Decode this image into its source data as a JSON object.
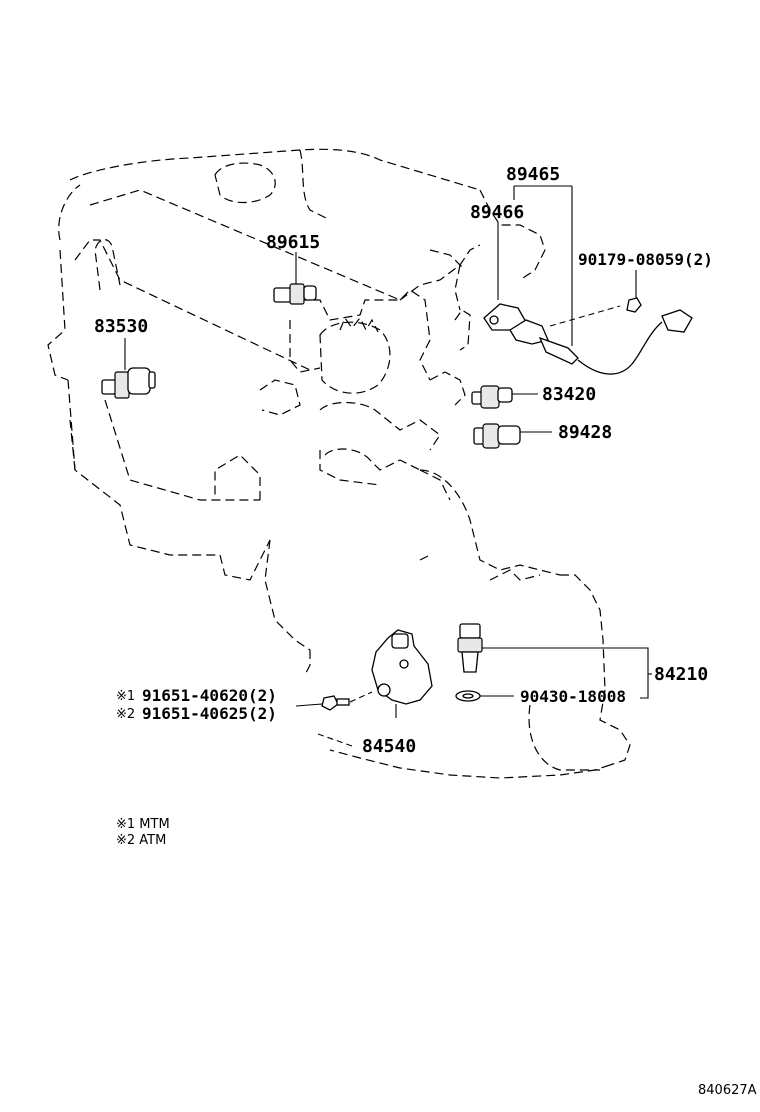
{
  "labels": {
    "p89465": "89465",
    "p89466": "89466",
    "p90179": "90179-08059(2)",
    "p89615": "89615",
    "p83530": "83530",
    "p83420": "83420",
    "p89428": "89428",
    "p84210": "84210",
    "p90430": "90430-18008",
    "p84540": "84540",
    "p91651a": "91651-40620(2)",
    "p91651b": "91651-40625(2)",
    "mark1": "※1",
    "mark2": "※2"
  },
  "legend": {
    "note1": "※1 MTM",
    "note2": "※2 ATM"
  },
  "illustration_code": "840627A"
}
